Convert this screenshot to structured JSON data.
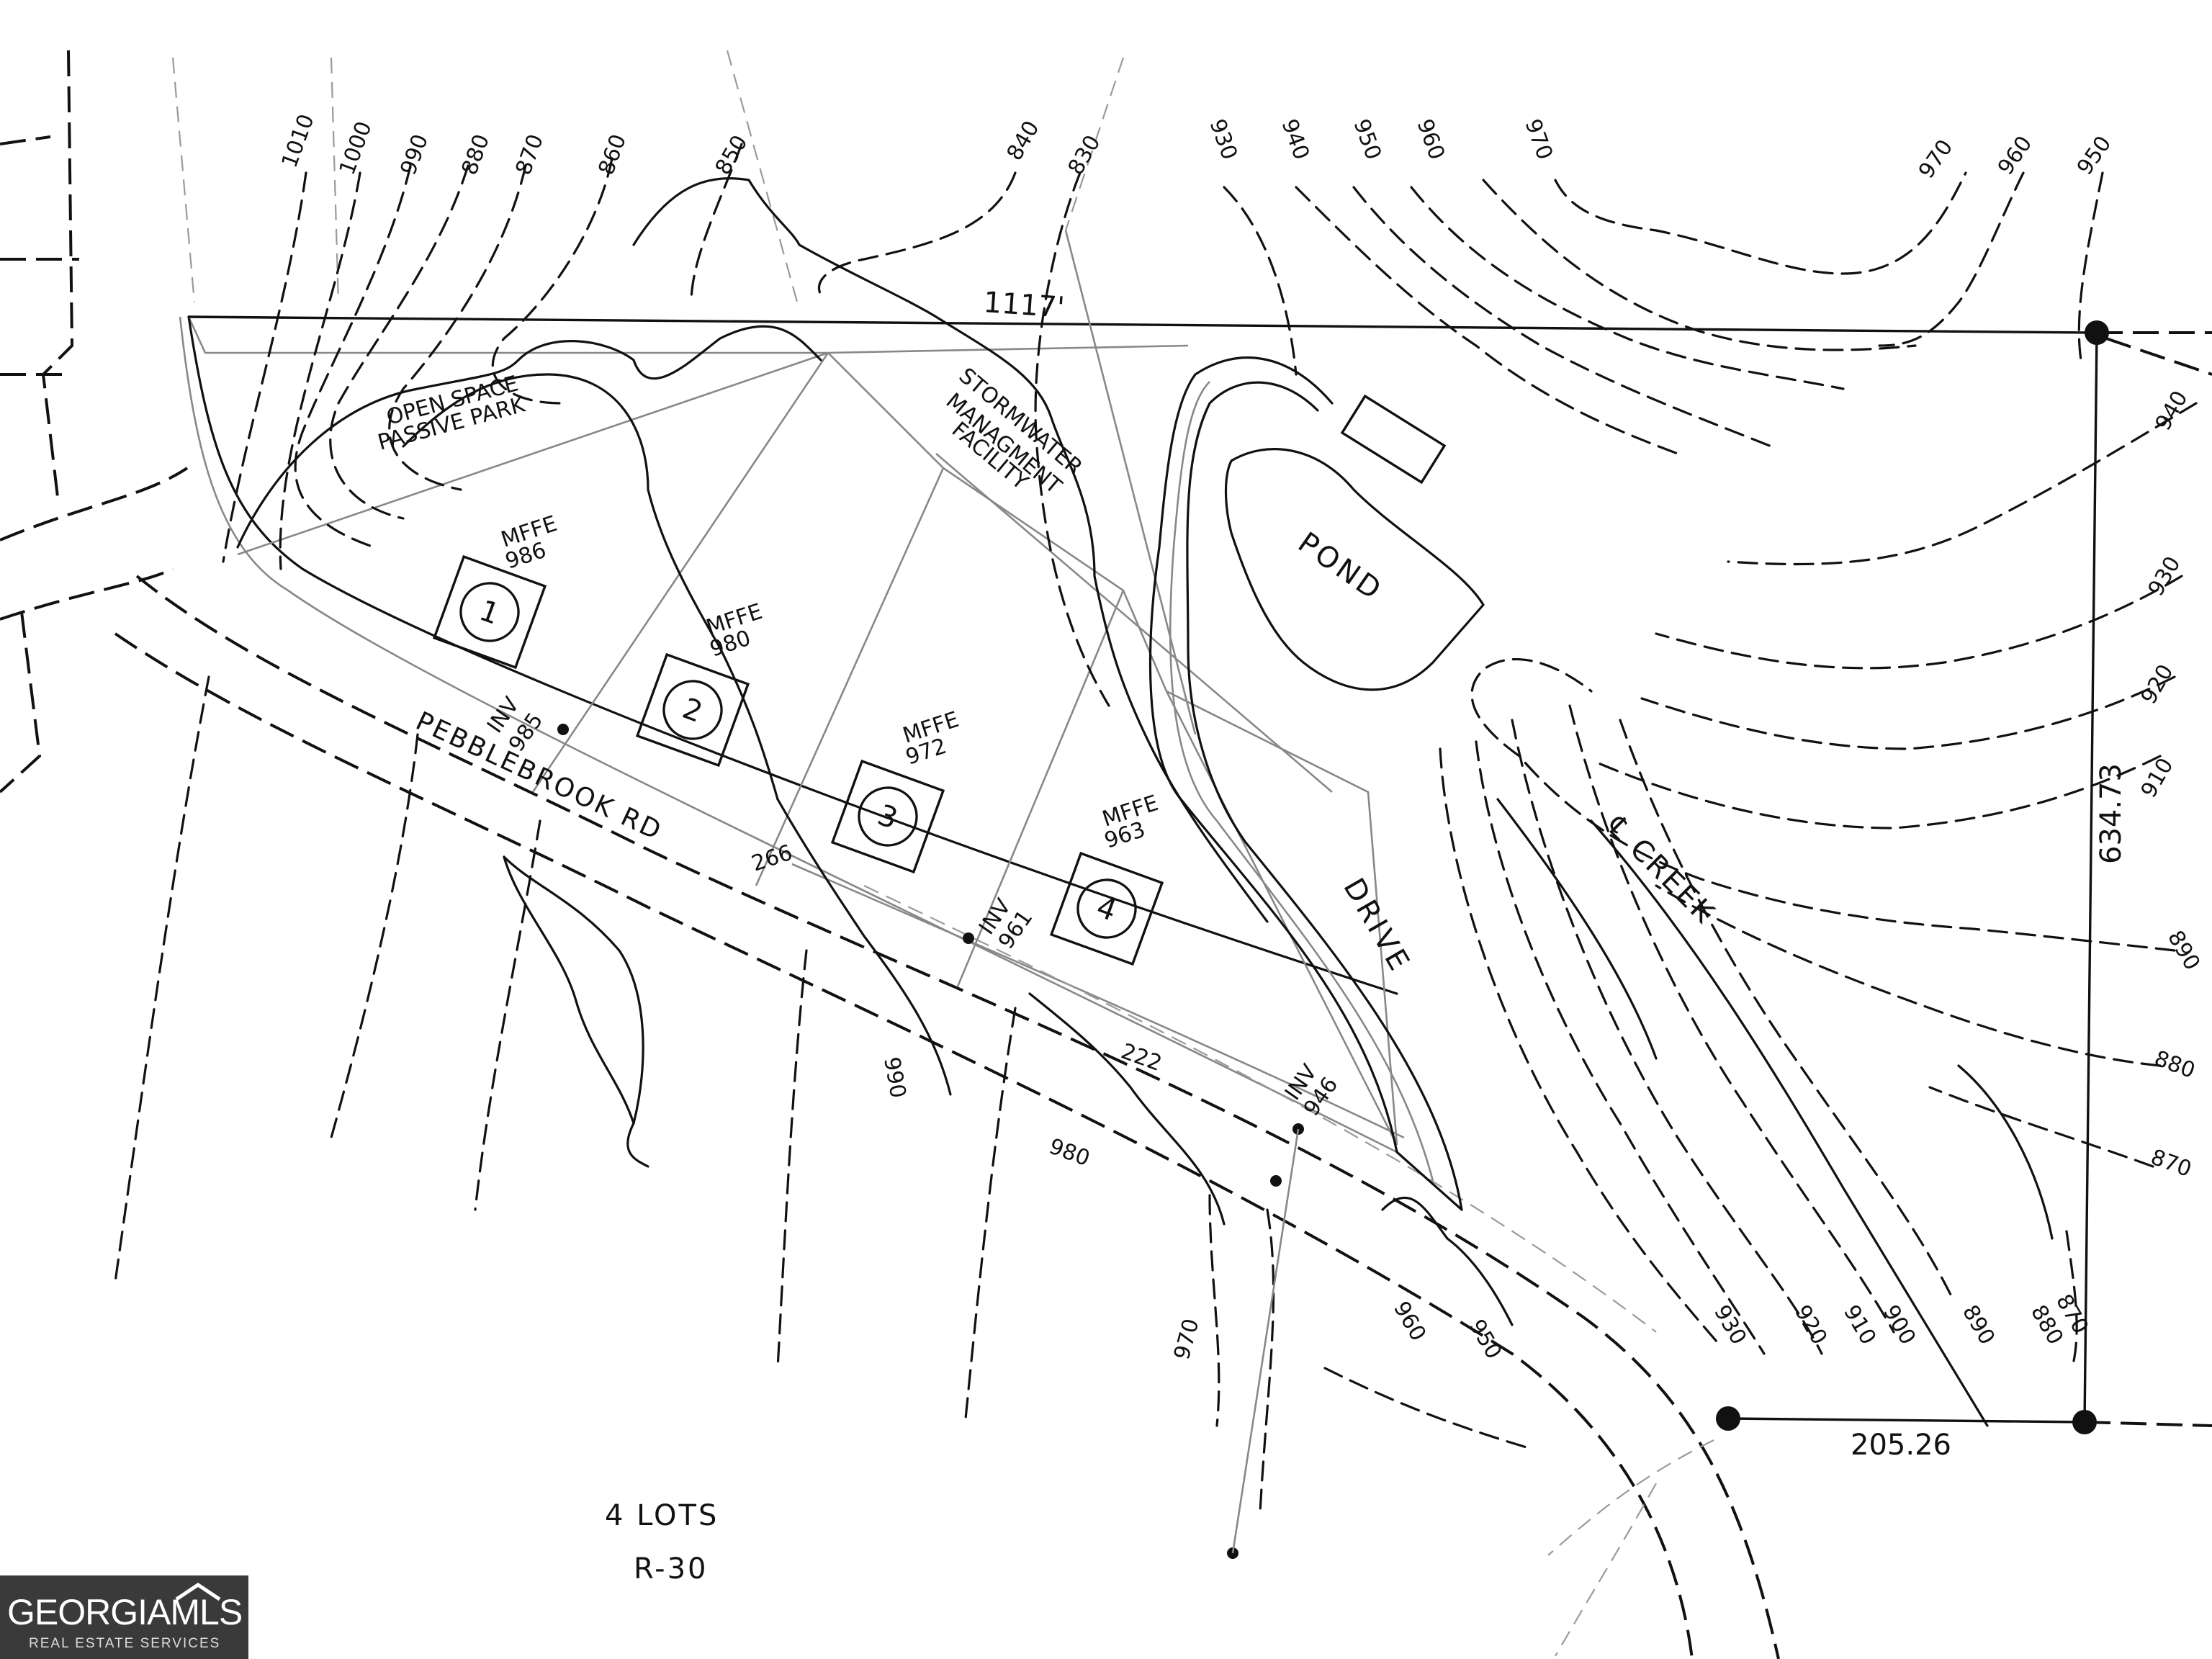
{
  "map": {
    "boundary_top": "1117'",
    "boundary_right": "634.73",
    "boundary_bottom": "205.26",
    "road": "PEBBLEBROOK RD",
    "drive": "DRIVE",
    "creek": "℄ CREEK",
    "pond": "POND",
    "open_space": [
      "OPEN SPACE",
      "PASSIVE PARK"
    ],
    "stormwater": [
      "STORMWATER",
      "MANAGMENT",
      "FACILITY"
    ],
    "lots": [
      {
        "number": "1",
        "mffe_label": "MFFE",
        "mffe": "986"
      },
      {
        "number": "2",
        "mffe_label": "MFFE",
        "mffe": "980"
      },
      {
        "number": "3",
        "mffe_label": "MFFE",
        "mffe": "972"
      },
      {
        "number": "4",
        "mffe_label": "MFFE",
        "mffe": "963"
      }
    ],
    "inverts": [
      {
        "label": "INV",
        "value": "985"
      },
      {
        "label": "INV",
        "value": "961"
      },
      {
        "label": "INV",
        "value": "946"
      }
    ],
    "road_marks": [
      "266",
      "222"
    ],
    "summary": [
      "4 LOTS",
      "R-30"
    ],
    "contours_top": [
      "1010",
      "1000",
      "990",
      "880",
      "870",
      "860",
      "850",
      "840",
      "830",
      "930",
      "940",
      "950",
      "960",
      "970",
      "970",
      "960",
      "950"
    ],
    "contours_right": [
      "940",
      "930",
      "920",
      "910",
      "890",
      "880",
      "870"
    ],
    "contours_bottom": [
      "990",
      "980",
      "970",
      "960",
      "950",
      "930",
      "920",
      "910",
      "900",
      "890",
      "880",
      "870"
    ]
  },
  "logo": {
    "name": "GEORGIAMLS",
    "sub": "REAL ESTATE SERVICES"
  }
}
